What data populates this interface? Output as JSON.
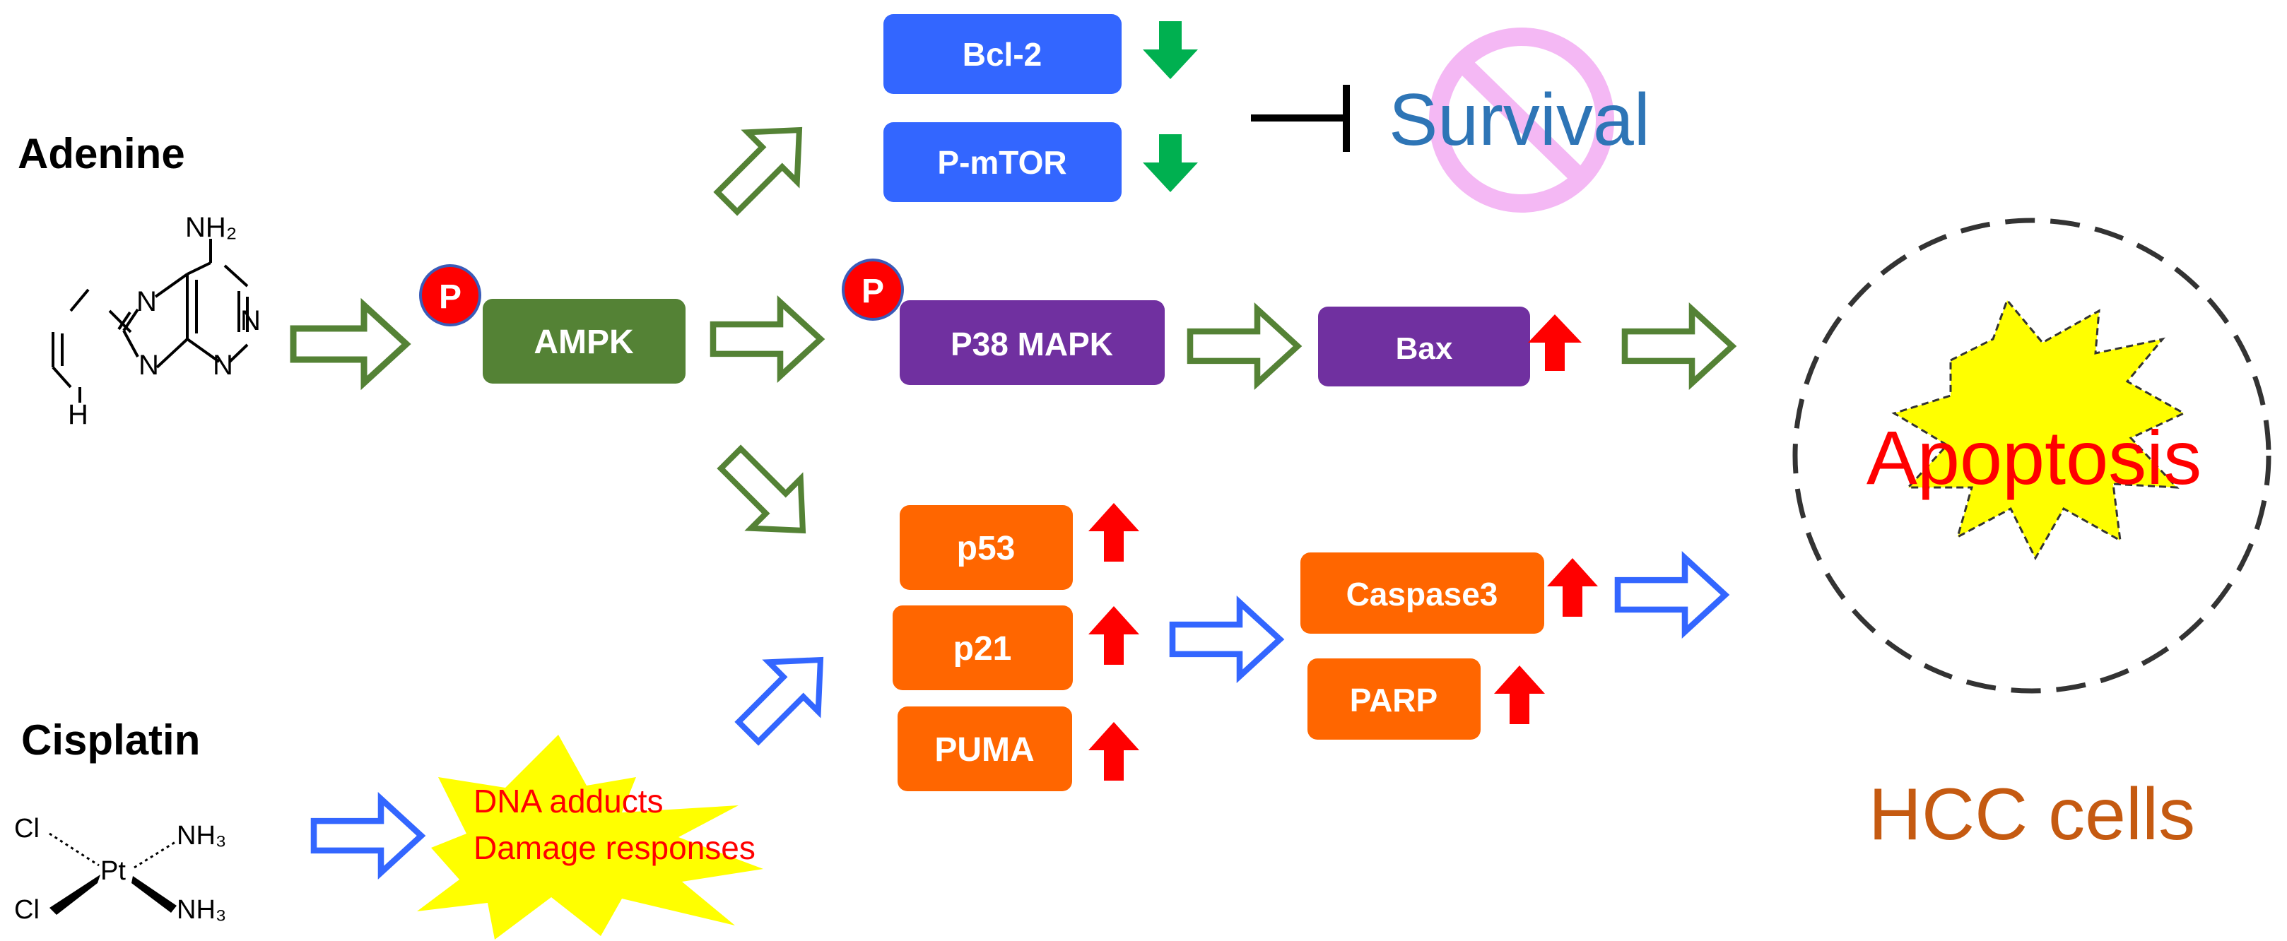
{
  "compounds": {
    "adenine": {
      "name": "Adenine",
      "atoms": {
        "nh2": "NH₂",
        "n1": "N",
        "n3": "N",
        "n7": "N",
        "n9": "N",
        "h9": "H"
      }
    },
    "cisplatin": {
      "name": "Cisplatin",
      "atoms": {
        "cl_top": "Cl",
        "cl_bottom": "Cl",
        "pt": "Pt",
        "nh3_top": "NH₃",
        "nh3_bottom": "NH₃"
      }
    }
  },
  "phospho_label": "P",
  "boxes": {
    "ampk": "AMPK",
    "bcl2": "Bcl-2",
    "pmtor": "P-mTOR",
    "p38": "P38 MAPK",
    "bax": "Bax",
    "p53": "p53",
    "p21": "p21",
    "puma": "PUMA",
    "caspase3": "Caspase3",
    "parp": "PARP"
  },
  "dna_damage": {
    "line1": "DNA adducts",
    "line2": "Damage responses"
  },
  "survival_label": "Survival",
  "apoptosis_label": "Apoptosis",
  "cell_label": "HCC cells",
  "colors": {
    "ampk": "#548235",
    "bcl_mtor": "#3366ff",
    "purple": "#7030a0",
    "orange": "#ff6600",
    "green_arrow": "#548235",
    "blue_arrow": "#3366ff",
    "down_arrow": "#00b050",
    "up_arrow": "#ff0000",
    "phospho": "#ff0000",
    "survival_text": "#2e75b6",
    "ban_sign": "#f4b8f4",
    "apoptosis_text": "#ff0000",
    "burst": "#ffff00",
    "hcc_text": "#c55a11"
  }
}
